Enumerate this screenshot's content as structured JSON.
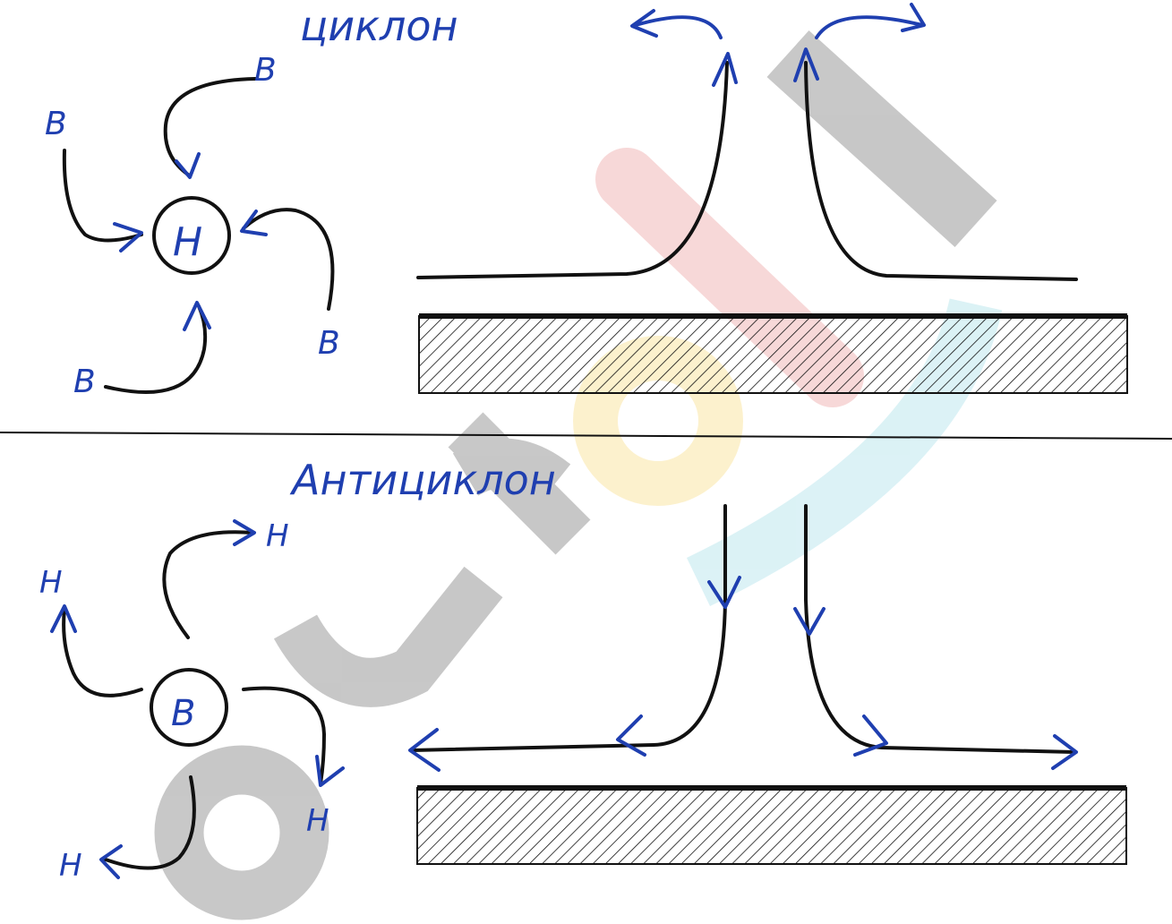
{
  "cyclone": {
    "title": "циклон",
    "center_label": "Н",
    "outer_labels": [
      "В",
      "В",
      "В",
      "В"
    ]
  },
  "anticyclone": {
    "title": "Антициклон",
    "center_label": "В",
    "outer_labels": [
      "Н",
      "Н",
      "Н",
      "Н"
    ]
  },
  "watermark": {
    "text": "euroki"
  },
  "colors": {
    "ink": "#111111",
    "pen": "#1f3fb0",
    "watermark_gray": "#9a9a9a",
    "watermark_red": "#f2b9b9",
    "watermark_yellow": "#fbe6a6",
    "watermark_cyan": "#bfe8ee"
  }
}
